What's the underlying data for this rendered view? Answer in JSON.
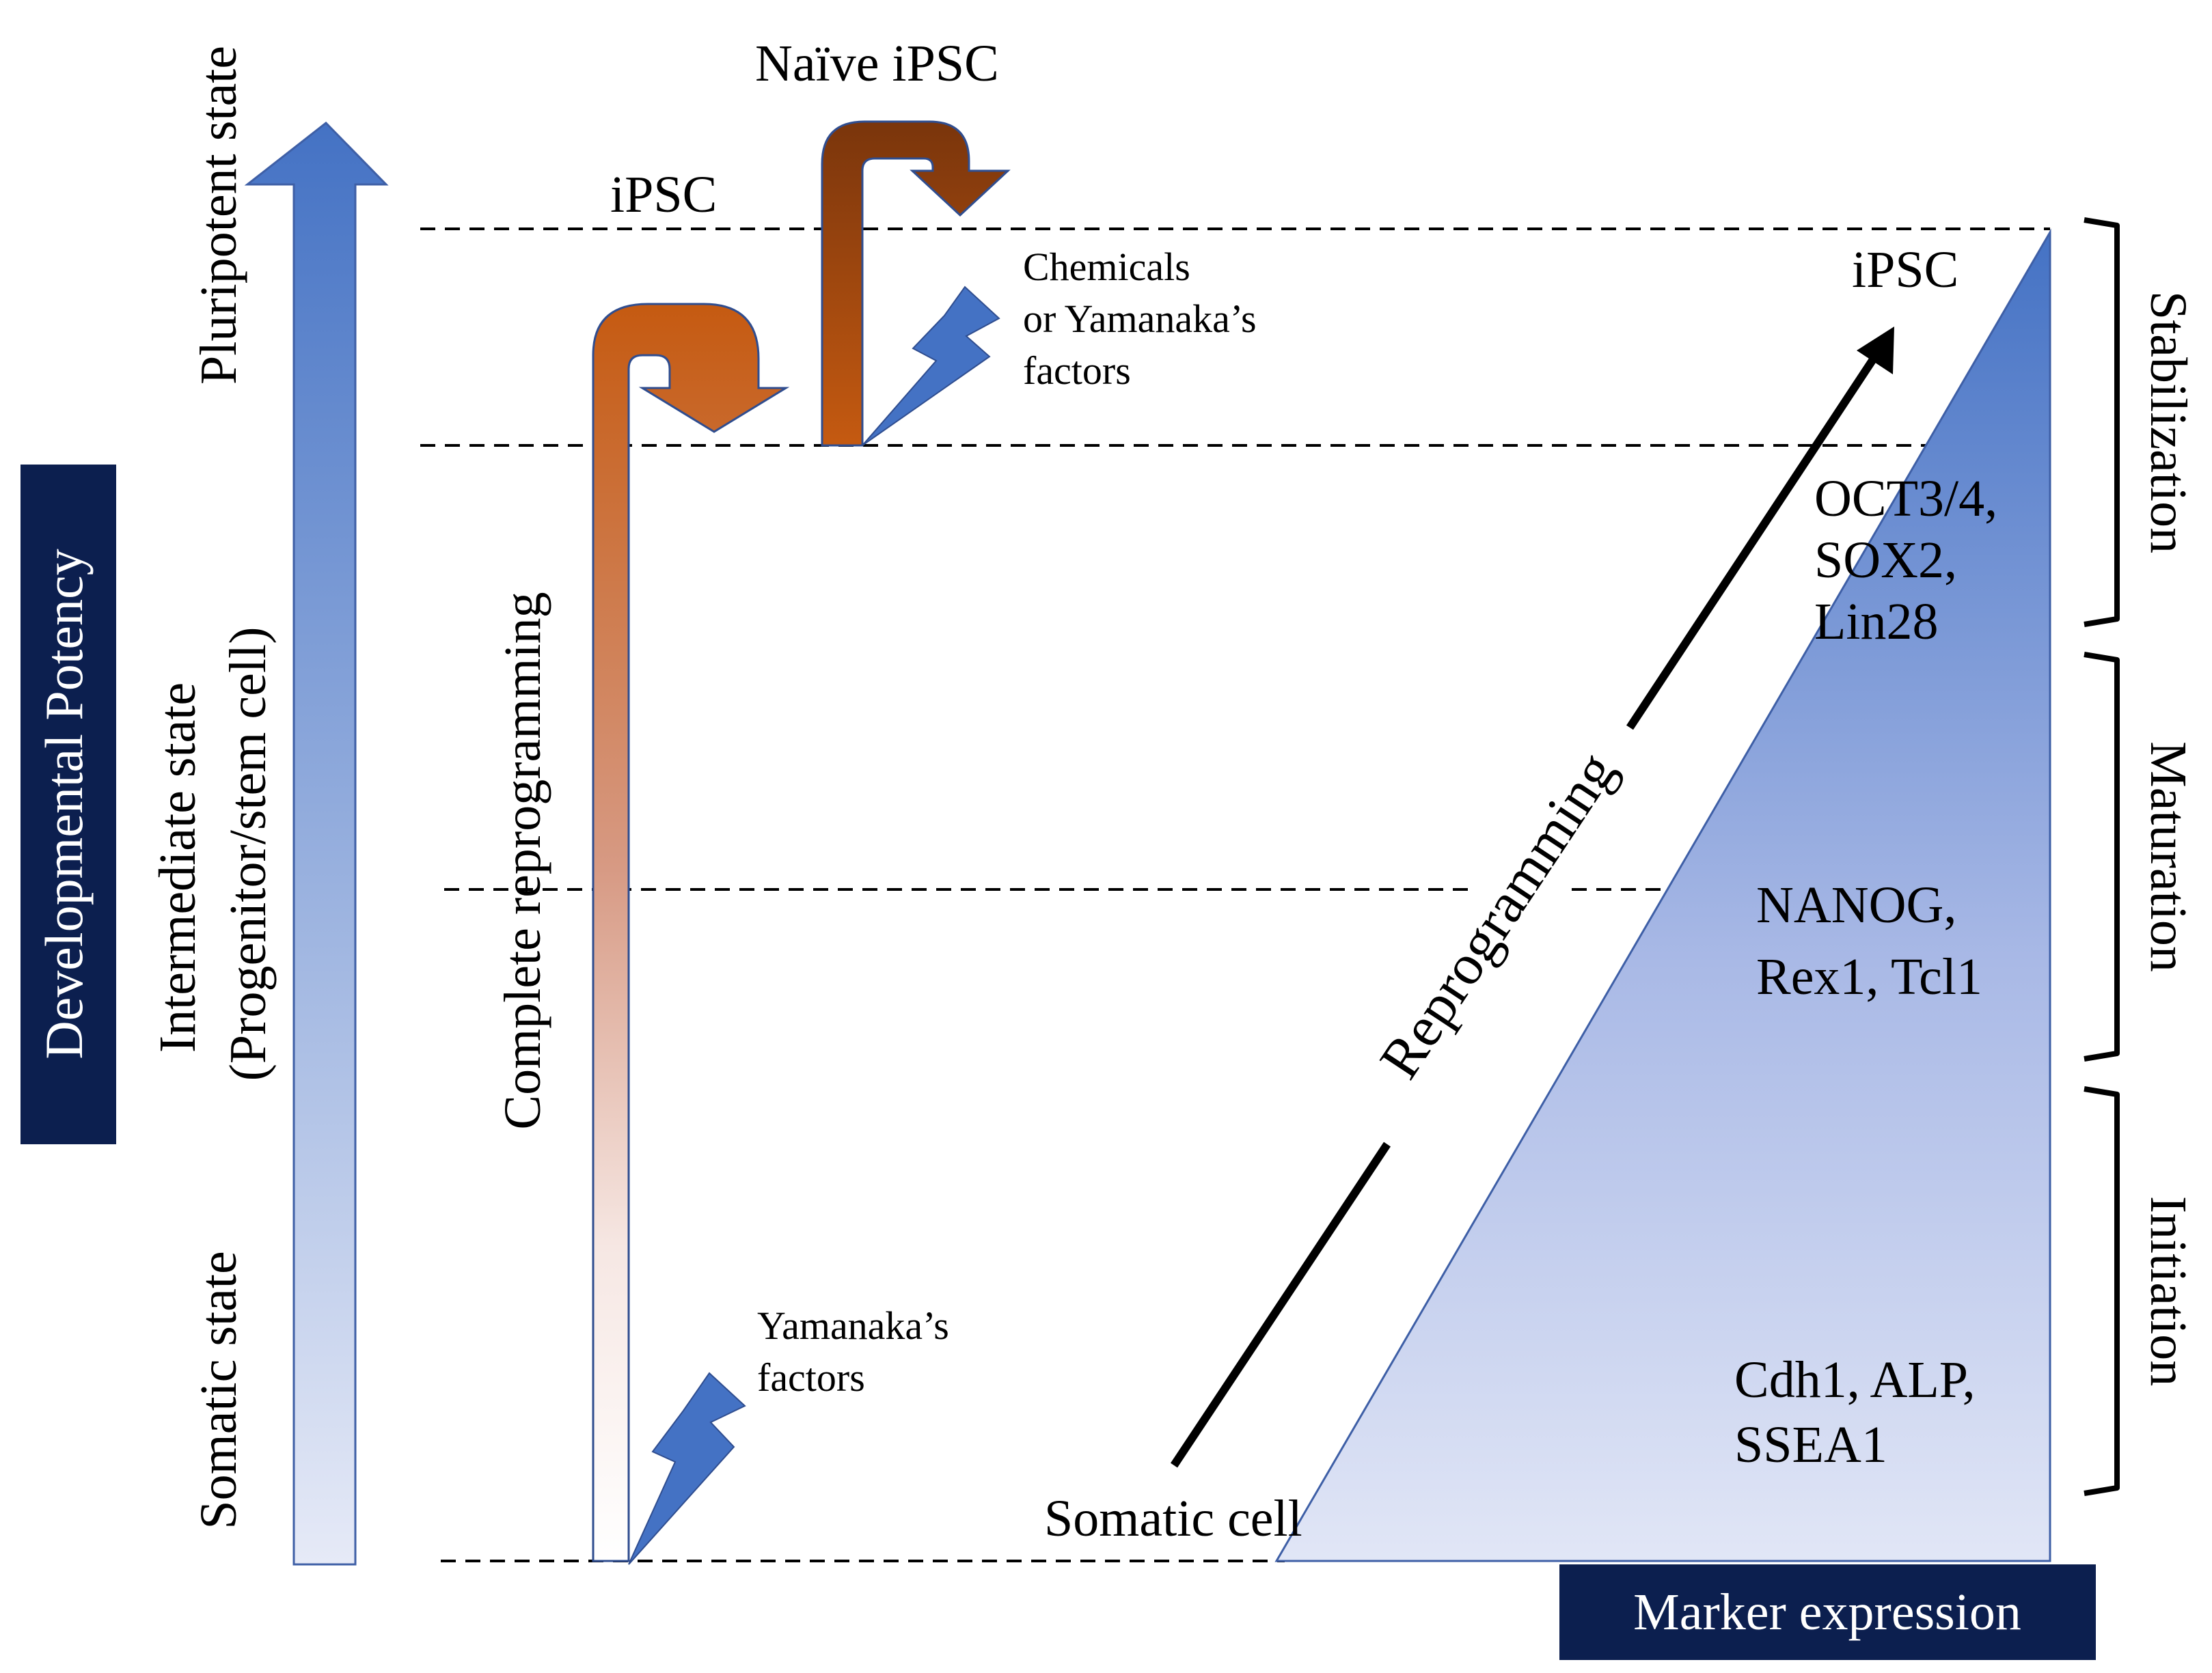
{
  "labels": {
    "developmental_potency": "Developmental Potency",
    "pluripotent_state": "Pluripotent state",
    "intermediate_state": "Intermediate state",
    "intermediate_state_sub": "(Progenitor/stem cell)",
    "somatic_state": "Somatic state",
    "complete_reprogramming": "Complete reprogramming",
    "ipsc_top": "iPSC",
    "naive_ipsc": "Naïve iPSC",
    "chemicals_line1": "Chemicals",
    "chemicals_line2": "or Yamanaka’s",
    "chemicals_line3": "factors",
    "yamanaka_line1": "Yamanaka’s",
    "yamanaka_line2": "factors",
    "reprogramming": "Reprogramming",
    "somatic_cell": "Somatic cell",
    "ipsc_right": "iPSC",
    "markers_stab_1": "OCT3/4,",
    "markers_stab_2": "SOX2,",
    "markers_stab_3": "Lin28",
    "markers_mat_1": "NANOG,",
    "markers_mat_2": "Rex1, Tcl1",
    "markers_init_1": "Cdh1, ALP,",
    "markers_init_2": "SSEA1",
    "stage_stabilization": "Stabilization",
    "stage_maturation": "Maturation",
    "stage_initiation": "Initiation",
    "marker_expression": "Marker expression"
  },
  "colors": {
    "navy": "#0c1f4f",
    "blue_strong": "#4472c4",
    "blue_light": "#dde3f5",
    "orange": "#c55a11",
    "orange_light": "#fbf5f3",
    "brown": "#843c0c",
    "bolt": "#4472c4"
  }
}
